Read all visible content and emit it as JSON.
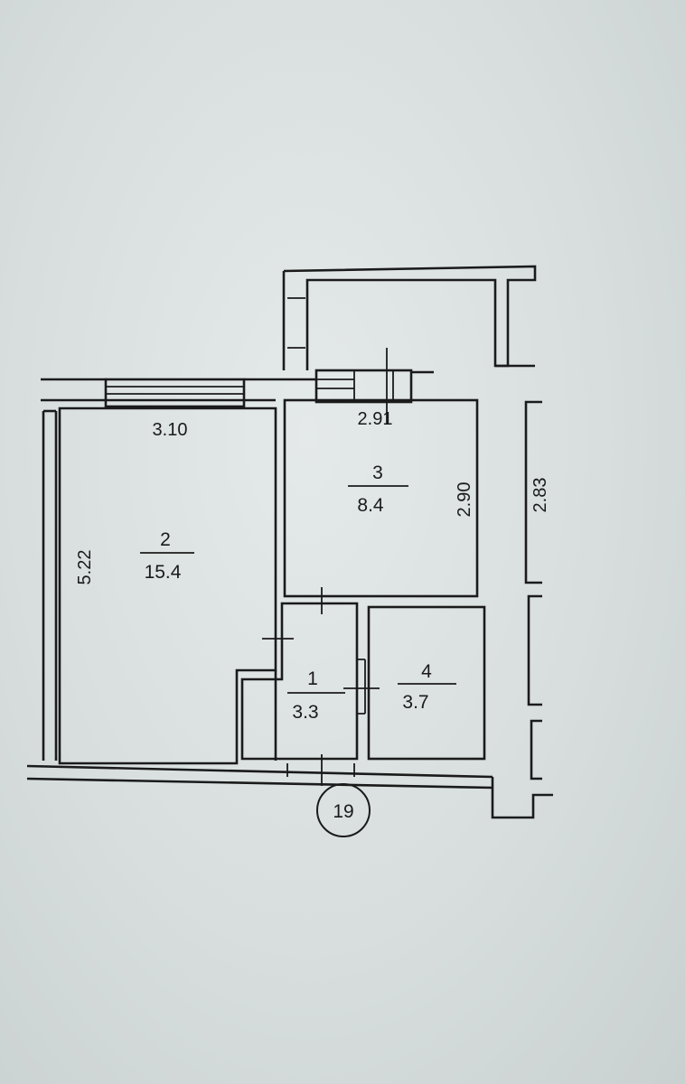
{
  "rooms": [
    {
      "number": "2",
      "area": "15.4"
    },
    {
      "number": "3",
      "area": "8.4"
    },
    {
      "number": "1",
      "area": "3.3"
    },
    {
      "number": "4",
      "area": "3.7"
    }
  ],
  "dimensions": {
    "room2_width": "3.10",
    "room2_length": "5.22",
    "room3_width": "2.91",
    "room3_length": "2.90",
    "balcony_length": "2.83"
  },
  "apartment_number": "19"
}
